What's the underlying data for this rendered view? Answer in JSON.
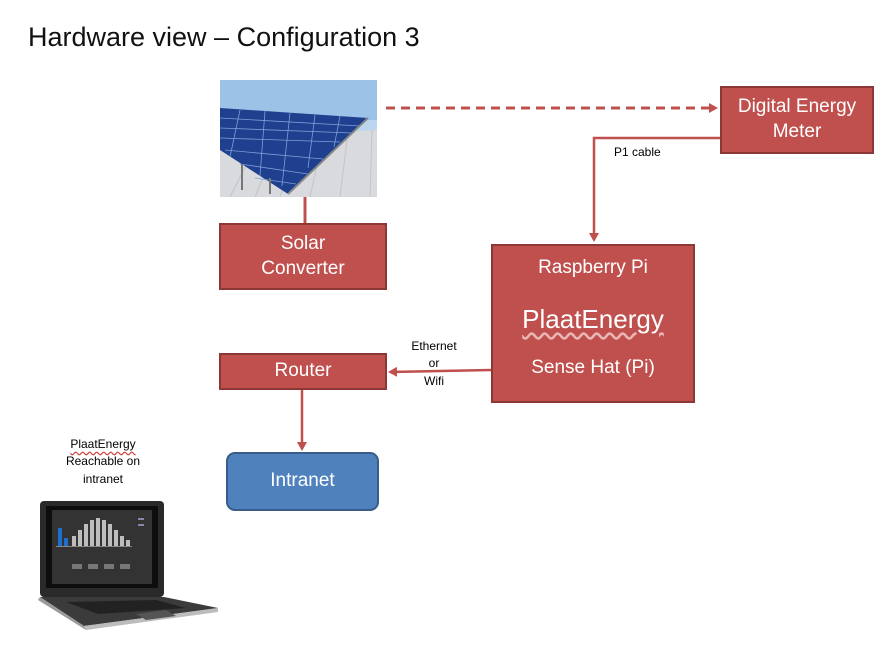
{
  "title": "Hardware view – Configuration 3",
  "nodes": {
    "digital_meter": {
      "line1": "Digital Energy",
      "line2": "Meter"
    },
    "solar_converter": {
      "line1": "Solar",
      "line2": "Converter"
    },
    "raspberry_pi": {
      "top": "Raspberry Pi",
      "main": "PlaatEnergy",
      "bottom": "Sense Hat (Pi)"
    },
    "router": {
      "label": "Router"
    },
    "intranet": {
      "label": "Intranet"
    }
  },
  "edges": {
    "p1_cable": "P1 cable",
    "ethernet": {
      "line1": "Ethernet",
      "line2": "or",
      "line3": "Wifi"
    }
  },
  "laptop_caption": {
    "line1": "PlaatEnergy",
    "line2": "Reachable on",
    "line3": "intranet"
  },
  "colors": {
    "box": "#c0504d",
    "box_border": "#8c3836",
    "intranet": "#4f81bd",
    "arrow": "#c0504d"
  }
}
